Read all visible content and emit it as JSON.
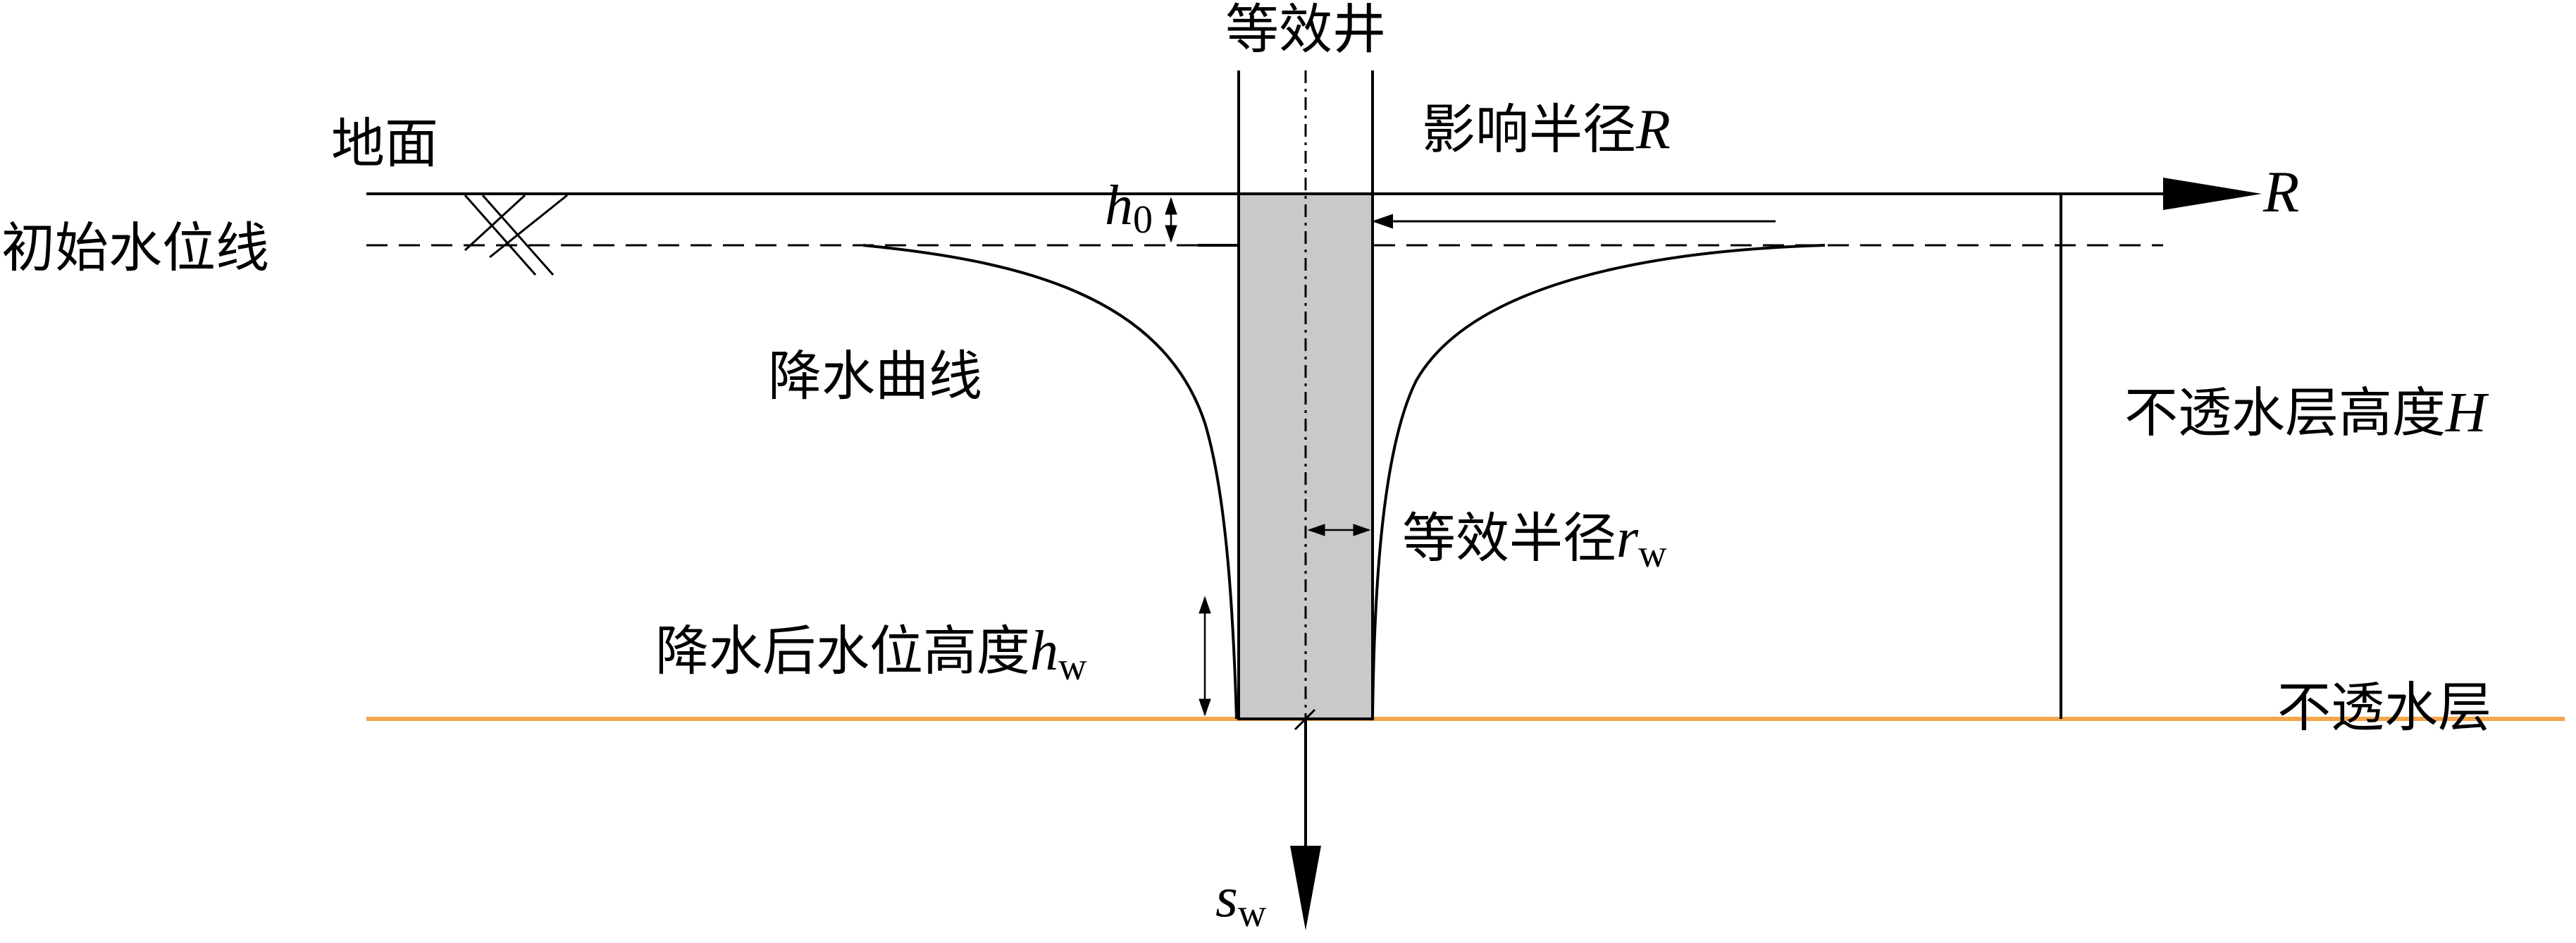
{
  "labels": {
    "well_title": "等效井",
    "ground": "地面",
    "initial_water_line": "初始水位线",
    "drawdown_curve": "降水曲线",
    "influence_radius": "影响半径",
    "influence_radius_symbol": "R",
    "axis_r": "R",
    "h0_main": "h",
    "h0_sub": "0",
    "impermeable_height": "不透水层高度",
    "impermeable_height_symbol": "H",
    "equivalent_radius": "等效半径",
    "equivalent_radius_main": "r",
    "equivalent_radius_sub": "w",
    "post_drawdown_height": "降水后水位高度",
    "post_drawdown_main": "h",
    "post_drawdown_sub": "w",
    "impermeable_layer": "不透水层",
    "sw_main": "s",
    "sw_sub": "w"
  },
  "colors": {
    "line": "#000000",
    "well_fill": "#c8c9cb",
    "impermeable_line": "#f5a54a"
  }
}
